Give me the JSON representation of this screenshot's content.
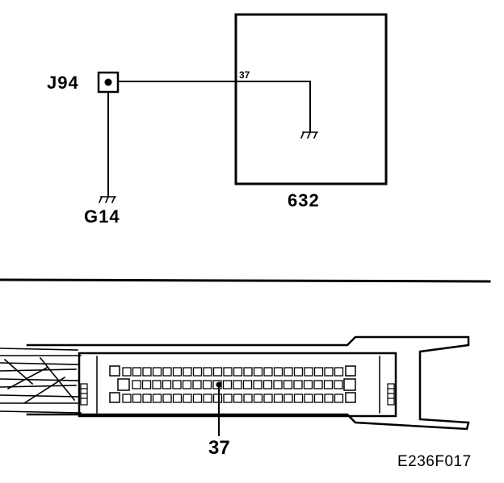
{
  "schematic": {
    "connector_label": "J94",
    "ground_left_label": "G14",
    "module_label": "632",
    "pin_label": "37"
  },
  "connector_view": {
    "callout_label": "37"
  },
  "figure_ref": "E236F017",
  "colors": {
    "ink": "#000000",
    "paper": "#ffffff"
  }
}
